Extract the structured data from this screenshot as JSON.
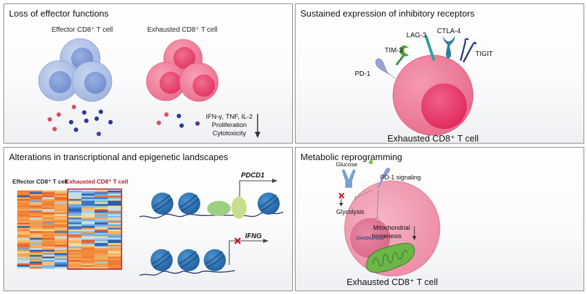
{
  "panels": {
    "effector": {
      "title": "Loss of effector functions",
      "label_effector": "Effector CD8⁺ T cell",
      "label_exhausted": "Exhausted CD8⁺ T cell",
      "readouts": [
        "IFN-γ, TNF, IL-2",
        "Proliferation",
        "Cytotoxicity"
      ],
      "readout_direction": "decreased"
    },
    "receptors": {
      "title": "Sustained expression of inhibitory receptors",
      "receptors": [
        "PD-1",
        "TIM-3",
        "LAG-3",
        "CTLA-4",
        "TIGIT"
      ],
      "cell_label": "Exhausted CD8⁺ T cell"
    },
    "transcription": {
      "title": "Alterations in transcriptional and epigenetic landscapes",
      "heatmap_label_effector": "Effector CD8⁺ T cell",
      "heatmap_label_exhausted": "Exhausted CD8⁺ T cell",
      "gene_active": "PDCD1",
      "gene_silenced": "IFNG"
    },
    "metabolic": {
      "title": "Metabolic reprogramming",
      "glucose": "Glucose",
      "pd1_signaling": "PD-1 signaling",
      "glycolysis": "Glycolysis",
      "mito_line1": "Mitochondrial",
      "mito_line2": "biogenesis",
      "cell_label": "Exhausted CD8⁺ T cell"
    }
  },
  "colors": {
    "effector_cell": "#a9bde3",
    "effector_nucleus": "#7f9bd6",
    "exhausted_cell": "#ef7b97",
    "exhausted_nucleus": "#e83e69",
    "heatmap_box": "#b01c2e",
    "nucleosome": "#2f74b5",
    "dna": "#1f2d6b",
    "mitochondrion": "#6cb547"
  }
}
